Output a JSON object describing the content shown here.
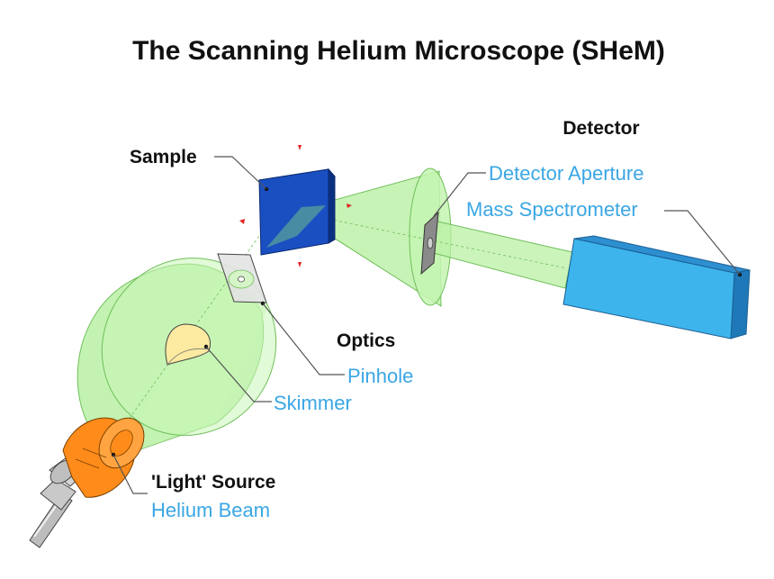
{
  "title": "The Scanning Helium Microscope (SHeM)",
  "labels": {
    "detector": "Detector",
    "detector_aperture": "Detector Aperture",
    "mass_spectrometer": "Mass Spectrometer",
    "sample": "Sample",
    "optics": "Optics",
    "pinhole": "Pinhole",
    "skimmer": "Skimmer",
    "light_source": "'Light' Source",
    "helium_beam": "Helium Beam"
  },
  "colors": {
    "beam_fill": "#b9f0a4",
    "beam_stroke": "#6fbf5a",
    "sample_fill": "#1a4fc2",
    "source_orange": "#ff8c1a",
    "spectrometer": "#3db4ec",
    "label_blue": "#3aa6e4"
  }
}
